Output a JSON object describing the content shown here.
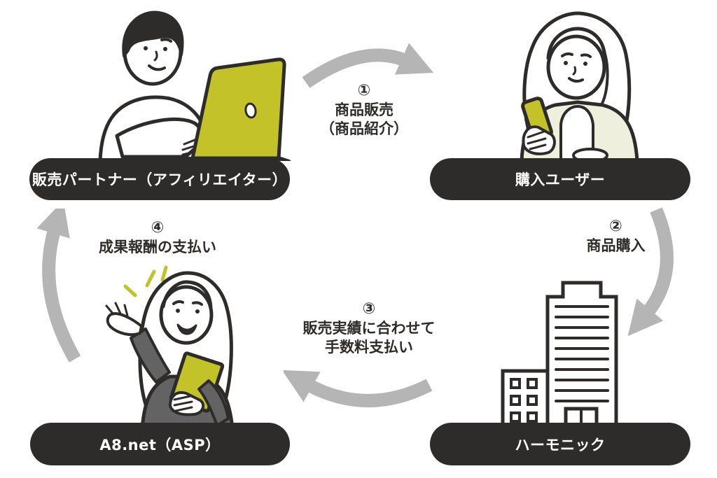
{
  "nodes": {
    "partner": {
      "label": "販売パートナー（アフィリエイター）"
    },
    "buyer": {
      "label": "購入ユーザー"
    },
    "asp": {
      "label": "A8.net（ASP）"
    },
    "harmonic": {
      "label": "ハーモニック"
    }
  },
  "steps": [
    {
      "number": "①",
      "line1": "商品販売",
      "line2": "（商品紹介）"
    },
    {
      "number": "②",
      "line1": "商品購入",
      "line2": ""
    },
    {
      "number": "③",
      "line1": "販売実績に合わせて",
      "line2": "手数料支払い"
    },
    {
      "number": "④",
      "line1": "成果報酬の支払い",
      "line2": ""
    }
  ],
  "icons": {
    "partner": "man-with-laptop-illustration",
    "buyer": "woman-with-smartphone-illustration",
    "asp": "woman-presenting-illustration",
    "harmonic": "office-building-illustration"
  },
  "colors": {
    "accent": "#c3c329",
    "node_background": "#2e2c2b",
    "node_text": "#ffffff",
    "arrow": "#b5b5b5",
    "label_text": "#2e2c2b",
    "cardigan": "#eef0dd",
    "blazer": "#636363",
    "background": "#ffffff"
  }
}
